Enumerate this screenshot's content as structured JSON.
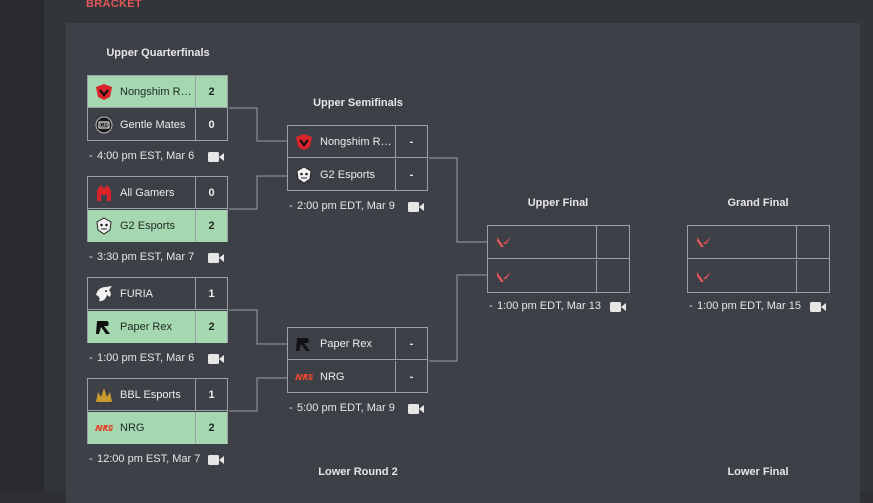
{
  "header": {
    "label": "BRACKET"
  },
  "rounds": {
    "upper_quarterfinals": "Upper Quarterfinals",
    "upper_semifinals": "Upper Semifinals",
    "upper_final": "Upper Final",
    "grand_final": "Grand Final",
    "lower_round_2": "Lower Round 2",
    "lower_final": "Lower Final"
  },
  "matches": {
    "qf1": {
      "team1": "Nongshim RedForce",
      "score1": "2",
      "team2": "Gentle Mates",
      "score2": "0",
      "dash": "-",
      "time": "4:00 pm EST, Mar 6"
    },
    "qf2": {
      "team1": "All Gamers",
      "score1": "0",
      "team2": "G2 Esports",
      "score2": "2",
      "dash": "-",
      "time": "3:30 pm EST, Mar 7"
    },
    "qf3": {
      "team1": "FURIA",
      "score1": "1",
      "team2": "Paper Rex",
      "score2": "2",
      "dash": "-",
      "time": "1:00 pm EST, Mar 6"
    },
    "qf4": {
      "team1": "BBL Esports",
      "score1": "1",
      "team2": "NRG",
      "score2": "2",
      "dash": "-",
      "time": "12:00 pm EST, Mar 7"
    },
    "sf1": {
      "team1": "Nongshim RedForce",
      "score1": "-",
      "team2": "G2 Esports",
      "score2": "-",
      "dash": "-",
      "time": "2:00 pm EDT, Mar 9"
    },
    "sf2": {
      "team1": "Paper Rex",
      "score1": "-",
      "team2": "NRG",
      "score2": "-",
      "dash": "-",
      "time": "5:00 pm EDT, Mar 9"
    },
    "uf": {
      "dash": "-",
      "time": "1:00 pm EDT, Mar 13"
    },
    "gf": {
      "dash": "-",
      "time": "1:00 pm EDT, Mar 15"
    }
  },
  "colors": {
    "accent": "#e0565b",
    "winner_bg": "#a5d7b1",
    "panel": "#3d4147"
  },
  "icons": {
    "camera": "video-camera-icon",
    "tbd": "valorant-icon"
  }
}
